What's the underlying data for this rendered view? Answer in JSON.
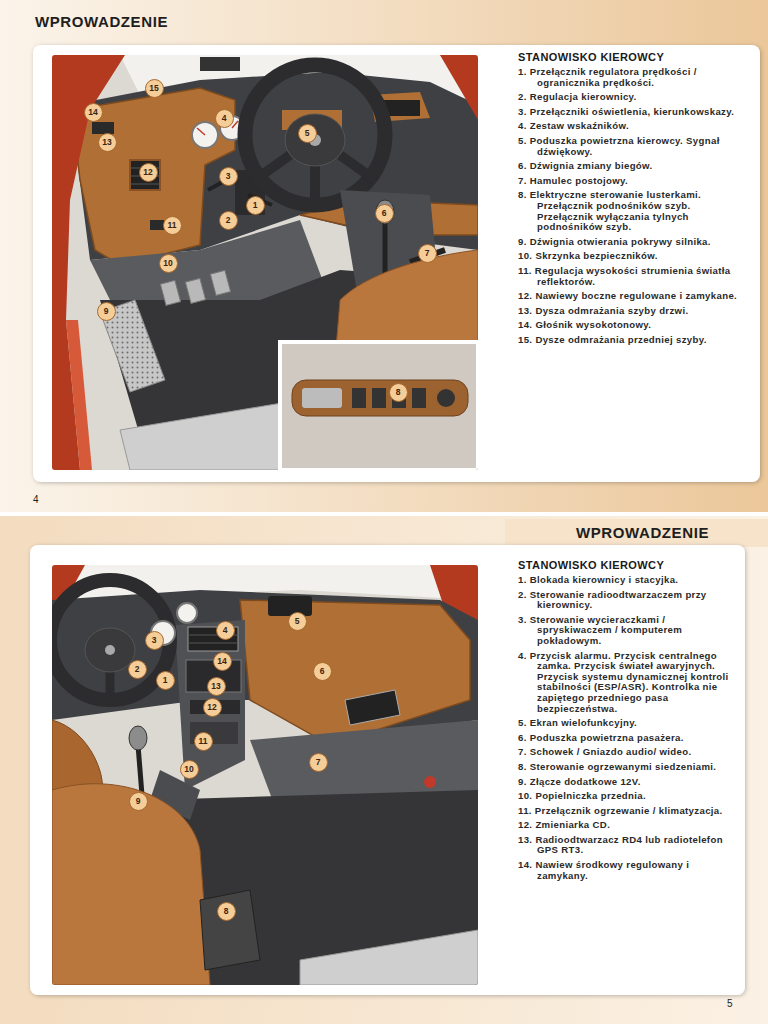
{
  "diagram": {
    "nodes": [
      {
        "text": [
          "STANOWISKO KIEROWCY",
          "1. Przełącznik regulatora prędkości / ogranicznika prędkości.",
          "2. Regulacja kierownicy.",
          "3. Przełączniki oświetlenia, kierunkowskazy.",
          "4. Zestaw wskaźników.",
          "5. Poduszka powietrzna kierowcy. Sygnał dźwiękowy.",
          "6. Dźwignia zmiany biegów.",
          "7. Hamulec postojowy.",
          "8. Elektryczne sterowanie lusterkami. Przełącznik podnośników szyb. Przełącznik wyłączania tylnych podnośników szyb.",
          "9. Dźwignia otwierania pokrywy silnika.",
          "10. Skrzynka bezpieczników.",
          "11. Regulacja wysokości strumienia światła reflektorów.",
          "12. Nawiewy boczne regulowane i zamykane.",
          "13. Dysza odmrażania szyby drzwi.",
          "14. Głośnik wysokotonowy.",
          "15. Dysze odmrażania przedniej szyby."
        ]
      },
      {
        "text": [
          "1"
        ],
        "in": 0
      },
      {
        "text": [
          "2"
        ],
        "in": 0
      },
      {
        "text": [
          "3"
        ],
        "in": 0
      },
      {
        "text": [
          "4"
        ],
        "in": 0
      },
      {
        "text": [
          "5"
        ],
        "in": 0
      },
      {
        "text": [
          "6"
        ],
        "in": 0
      },
      {
        "text": [
          "7"
        ],
        "in": 0
      },
      {
        "text": [
          "8"
        ],
        "in": 0
      },
      {
        "text": [
          "9"
        ],
        "in": 0
      },
      {
        "text": [
          "10"
        ],
        "in": 0
      },
      {
        "text": [
          "11"
        ],
        "in": 0
      },
      {
        "text": [
          "12"
        ],
        "in": 0
      },
      {
        "text": [
          "13"
        ],
        "in": 0
      },
      {
        "text": [
          "14"
        ],
        "in": 0
      },
      {
        "text": [
          "15"
        ],
        "in": 0
      },
      {
        "text": [
          "STANOWISKO KIEROWCY",
          "1. Blokada kierownicy i stacyjka.",
          "2. Sterowanie radioodtwarzaczem przy kierownicy.",
          "3. Sterowanie wycieraczkami / spryskiwaczem / komputerem pokładowym.",
          "4. Przycisk alarmu. Przycisk centralnego zamka. Przycisk świateł awaryjnych. Przycisk systemu dynamicznej kontroli stabilności (ESP/ASR). Kontrolka nie zapiętego przedniego pasa bezpieczeństwa.",
          "5. Ekran wielofunkcyjny.",
          "6. Poduszka powietrzna pasażera.",
          "7. Schowek / Gniazdo audio/ wideo.",
          "8. Sterowanie ogrzewanymi siedzeniami.",
          "9. Złącze dodatkowe 12V.",
          "10. Popielniczka przednia.",
          "11. Przełącznik ogrzewanie / klimatyzacja.",
          "12. Zmieniarka CD.",
          "13. Radioodtwarzacz RD4 lub radiotelefon GPS RT3.",
          "14. Nawiew środkowy regulowany i zamykany."
        ]
      },
      {
        "text": [
          "1"
        ],
        "in": 16
      },
      {
        "text": [
          "2"
        ],
        "in": 16
      },
      {
        "text": [
          "3"
        ],
        "in": 16
      },
      {
        "text": [
          "4"
        ],
        "in": 16
      },
      {
        "text": [
          "5"
        ],
        "in": 16
      },
      {
        "text": [
          "6"
        ],
        "in": 16
      },
      {
        "text": [
          "7"
        ],
        "in": 16
      },
      {
        "text": [
          "8"
        ],
        "in": 16
      },
      {
        "text": [
          "9"
        ],
        "in": 16
      },
      {
        "text": [
          "10"
        ],
        "in": 16
      },
      {
        "text": [
          "11"
        ],
        "in": 16
      },
      {
        "text": [
          "12"
        ],
        "in": 16
      },
      {
        "text": [
          "13"
        ],
        "in": 16
      },
      {
        "text": [
          "14"
        ],
        "in": 16
      }
    ],
    "labels": [
      "WPROWADZENIE",
      "4",
      "WPROWADZENIE",
      "5"
    ]
  }
}
